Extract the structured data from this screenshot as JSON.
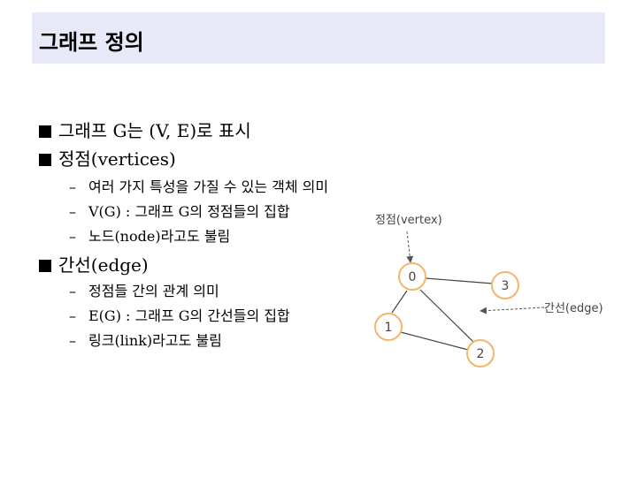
{
  "slide": {
    "title": "그래프 정의",
    "bullets": [
      {
        "text": "그래프 G는 (V, E)로 표시",
        "subs": []
      },
      {
        "text": "정점(vertices)",
        "subs": [
          "여러 가지 특성을 가질 수 있는 객체 의미",
          "V(G) : 그래프 G의 정점들의 집합",
          "노드(node)라고도 불림"
        ]
      },
      {
        "text": "간선(edge)",
        "subs": [
          "정점들 간의 관계 의미",
          "E(G) : 그래프 G의 간선들의 집합",
          "링크(link)라고도 불림"
        ]
      }
    ],
    "dash": "–"
  },
  "figure": {
    "vertex_label": "정점(vertex)",
    "edge_label": "간선(edge)",
    "nodes": [
      "0",
      "1",
      "2",
      "3"
    ],
    "node_stroke_color": "#f3b66a",
    "label_color": "#444444"
  }
}
